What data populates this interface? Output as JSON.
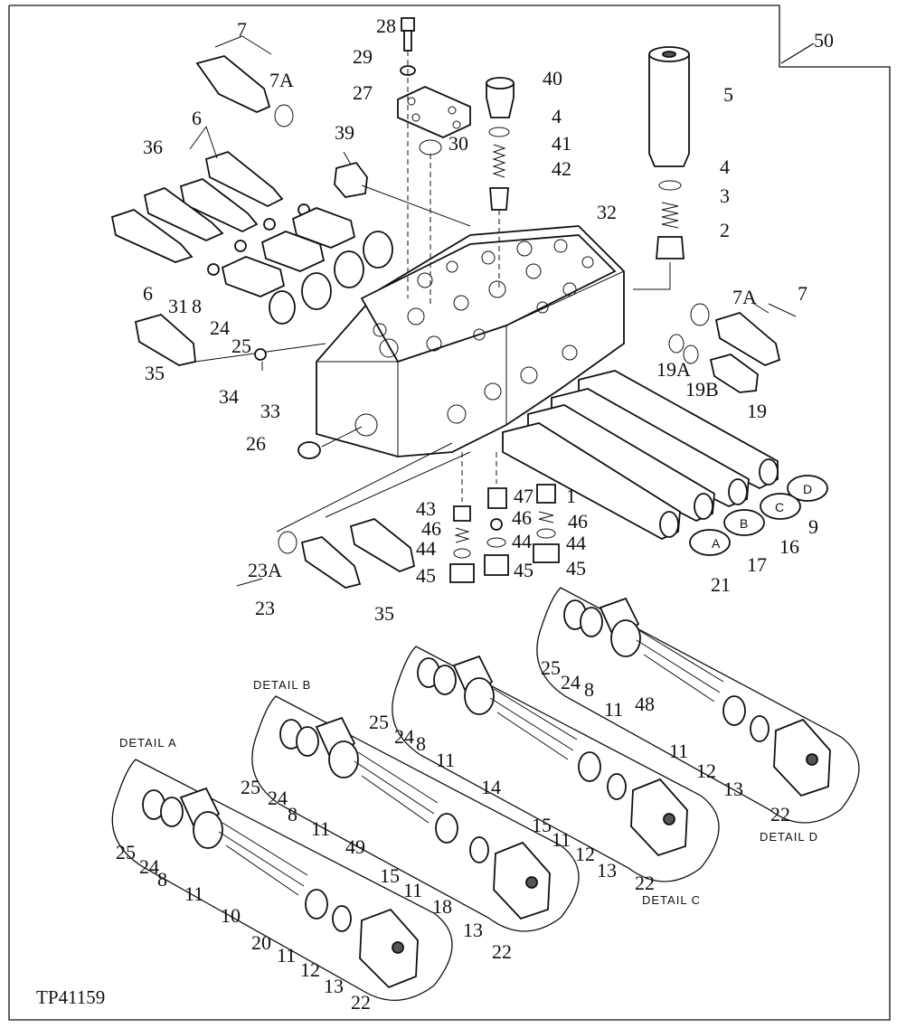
{
  "drawing_code": "TP41159",
  "callouts": {
    "c28": "28",
    "c29": "29",
    "c27": "27",
    "c30": "30",
    "c40": "40",
    "c4a": "4",
    "c41": "41",
    "c42": "42",
    "c50": "50",
    "c5": "5",
    "c4b": "4",
    "c3": "3",
    "c2": "2",
    "c7a": "7",
    "c7Aa": "7A",
    "c6a": "6",
    "c36": "36",
    "c39": "39",
    "c6b": "6",
    "c31": "31",
    "c8a": "8",
    "c24a": "24",
    "c25a": "25",
    "c35a": "35",
    "c34": "34",
    "c33": "33",
    "c26": "26",
    "c32": "32",
    "c7Ab": "7A",
    "c7b": "7",
    "c19A": "19A",
    "c19B": "19B",
    "c19": "19",
    "c9": "9",
    "c16": "16",
    "c17": "17",
    "c21": "21",
    "c47": "47",
    "c1": "1",
    "c46a": "46",
    "c46b": "46",
    "c43": "43",
    "c46c": "46",
    "c44a": "44",
    "c44b": "44",
    "c44c": "44",
    "c45a": "45",
    "c45b": "45",
    "c45c": "45",
    "c23A": "23A",
    "c23": "23",
    "c35b": "35",
    "dD25": "25",
    "dD24": "24",
    "dD8": "8",
    "dD11a": "11",
    "dD48": "48",
    "dD11b": "11",
    "dD12": "12",
    "dD13": "13",
    "dD22": "22",
    "dC25": "25",
    "dC24": "24",
    "dC8": "8",
    "dC11a": "11",
    "dC14": "14",
    "dC15": "15",
    "dC11b": "11",
    "dC12": "12",
    "dC13": "13",
    "dC22": "22",
    "dB25": "25",
    "dB24": "24",
    "dB8": "8",
    "dB11a": "11",
    "dB49": "49",
    "dB15": "15",
    "dB11b": "11",
    "dB18": "18",
    "dB13": "13",
    "dB22": "22",
    "dA25": "25",
    "dA24": "24",
    "dA8": "8",
    "dA11a": "11",
    "dA10": "10",
    "dA20": "20",
    "dA11b": "11",
    "dA12": "12",
    "dA13": "13",
    "dA22": "22"
  },
  "spool_markers": {
    "A": "A",
    "B": "B",
    "C": "C",
    "D": "D"
  },
  "details": {
    "a": "DETAIL  A",
    "b": "DETAIL  B",
    "c": "DETAIL  C",
    "d": "DETAIL  D"
  }
}
